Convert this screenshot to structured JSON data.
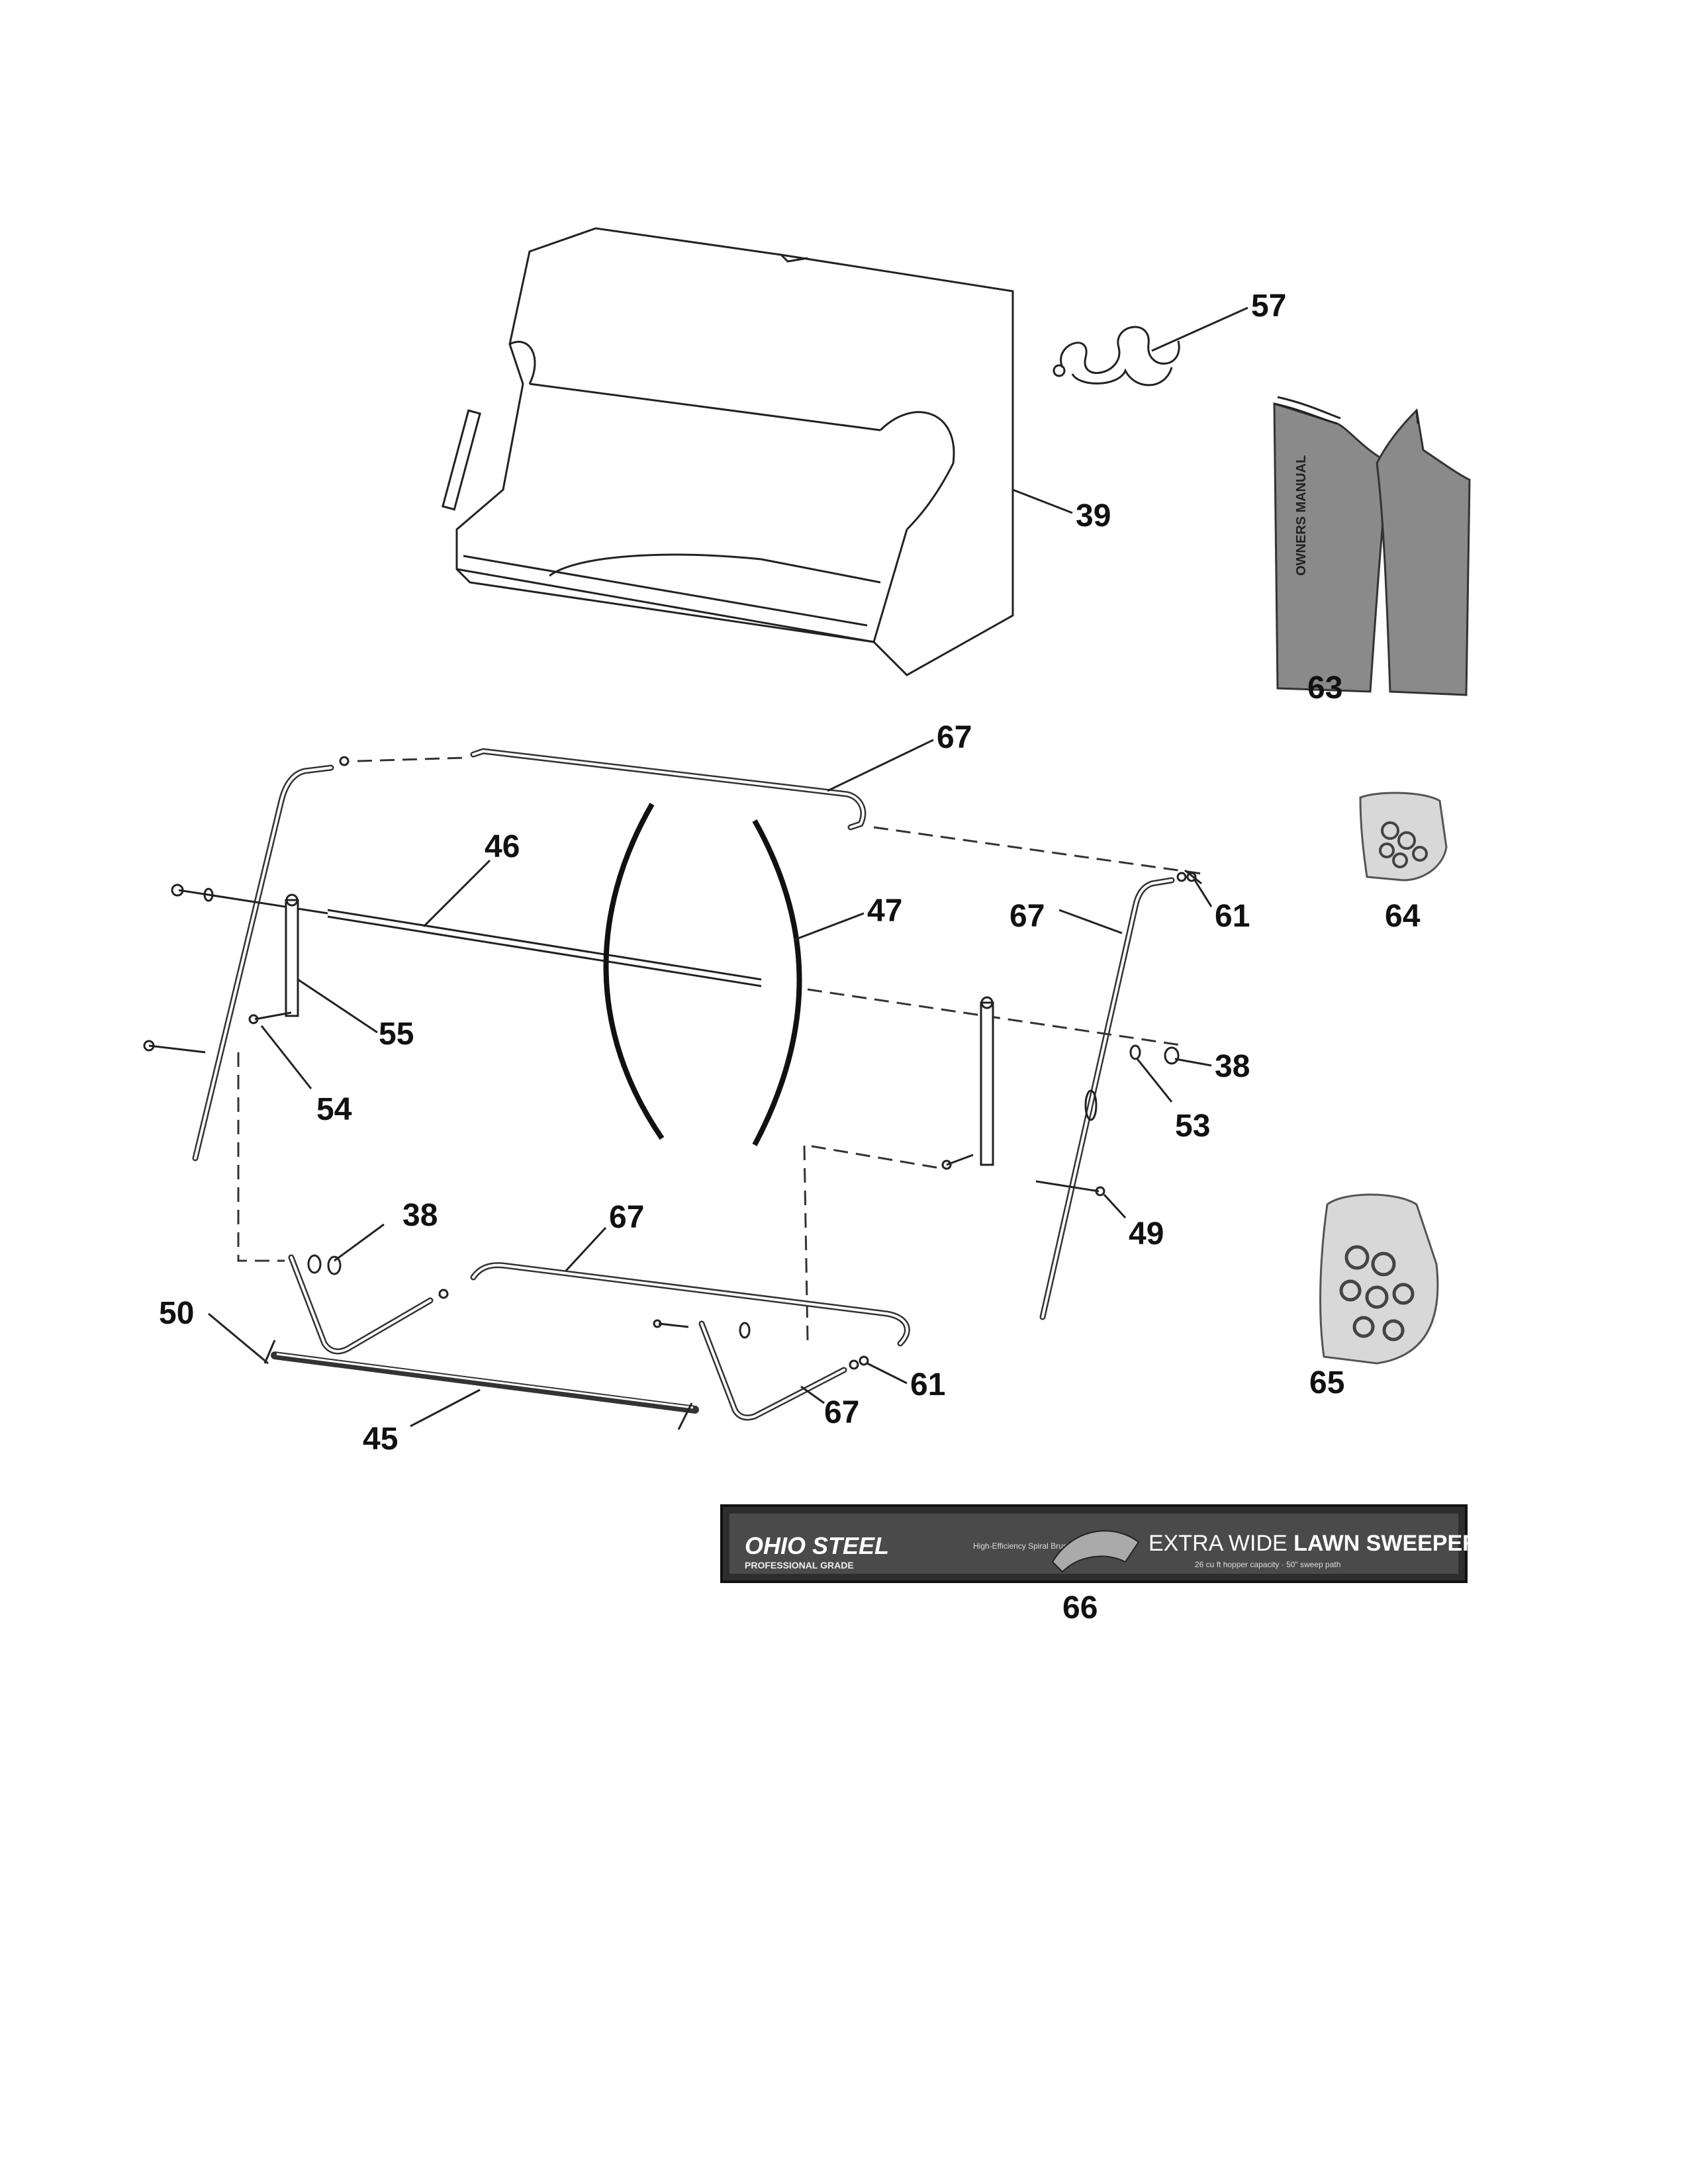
{
  "callouts": {
    "c57": "57",
    "c39": "39",
    "c63": "63",
    "c67_top": "67",
    "c46": "46",
    "c47": "47",
    "c67_right": "67",
    "c61_top": "61",
    "c64": "64",
    "c55": "55",
    "c38_right": "38",
    "c54": "54",
    "c53": "53",
    "c38_left": "38",
    "c67_bottom": "67",
    "c49": "49",
    "c50": "50",
    "c65": "65",
    "c61_bottom": "61",
    "c67_lower": "67",
    "c45": "45",
    "c66": "66"
  },
  "manual": {
    "cover_text": "OWNERS MANUAL"
  },
  "decal": {
    "brand": "OHIO STEEL",
    "brand_sub": "PROFESSIONAL GRADE",
    "tagline": "High-Efficiency Spiral Brush",
    "title_light": "EXTRA WIDE ",
    "title_bold": "LAWN SWEEPER",
    "fine_print": "26 cu ft hopper capacity · 50\" sweep path"
  },
  "colors": {
    "line": "#222222",
    "decal_bg": "#3a3a3a",
    "manual_grey": "#8a8a8a"
  }
}
